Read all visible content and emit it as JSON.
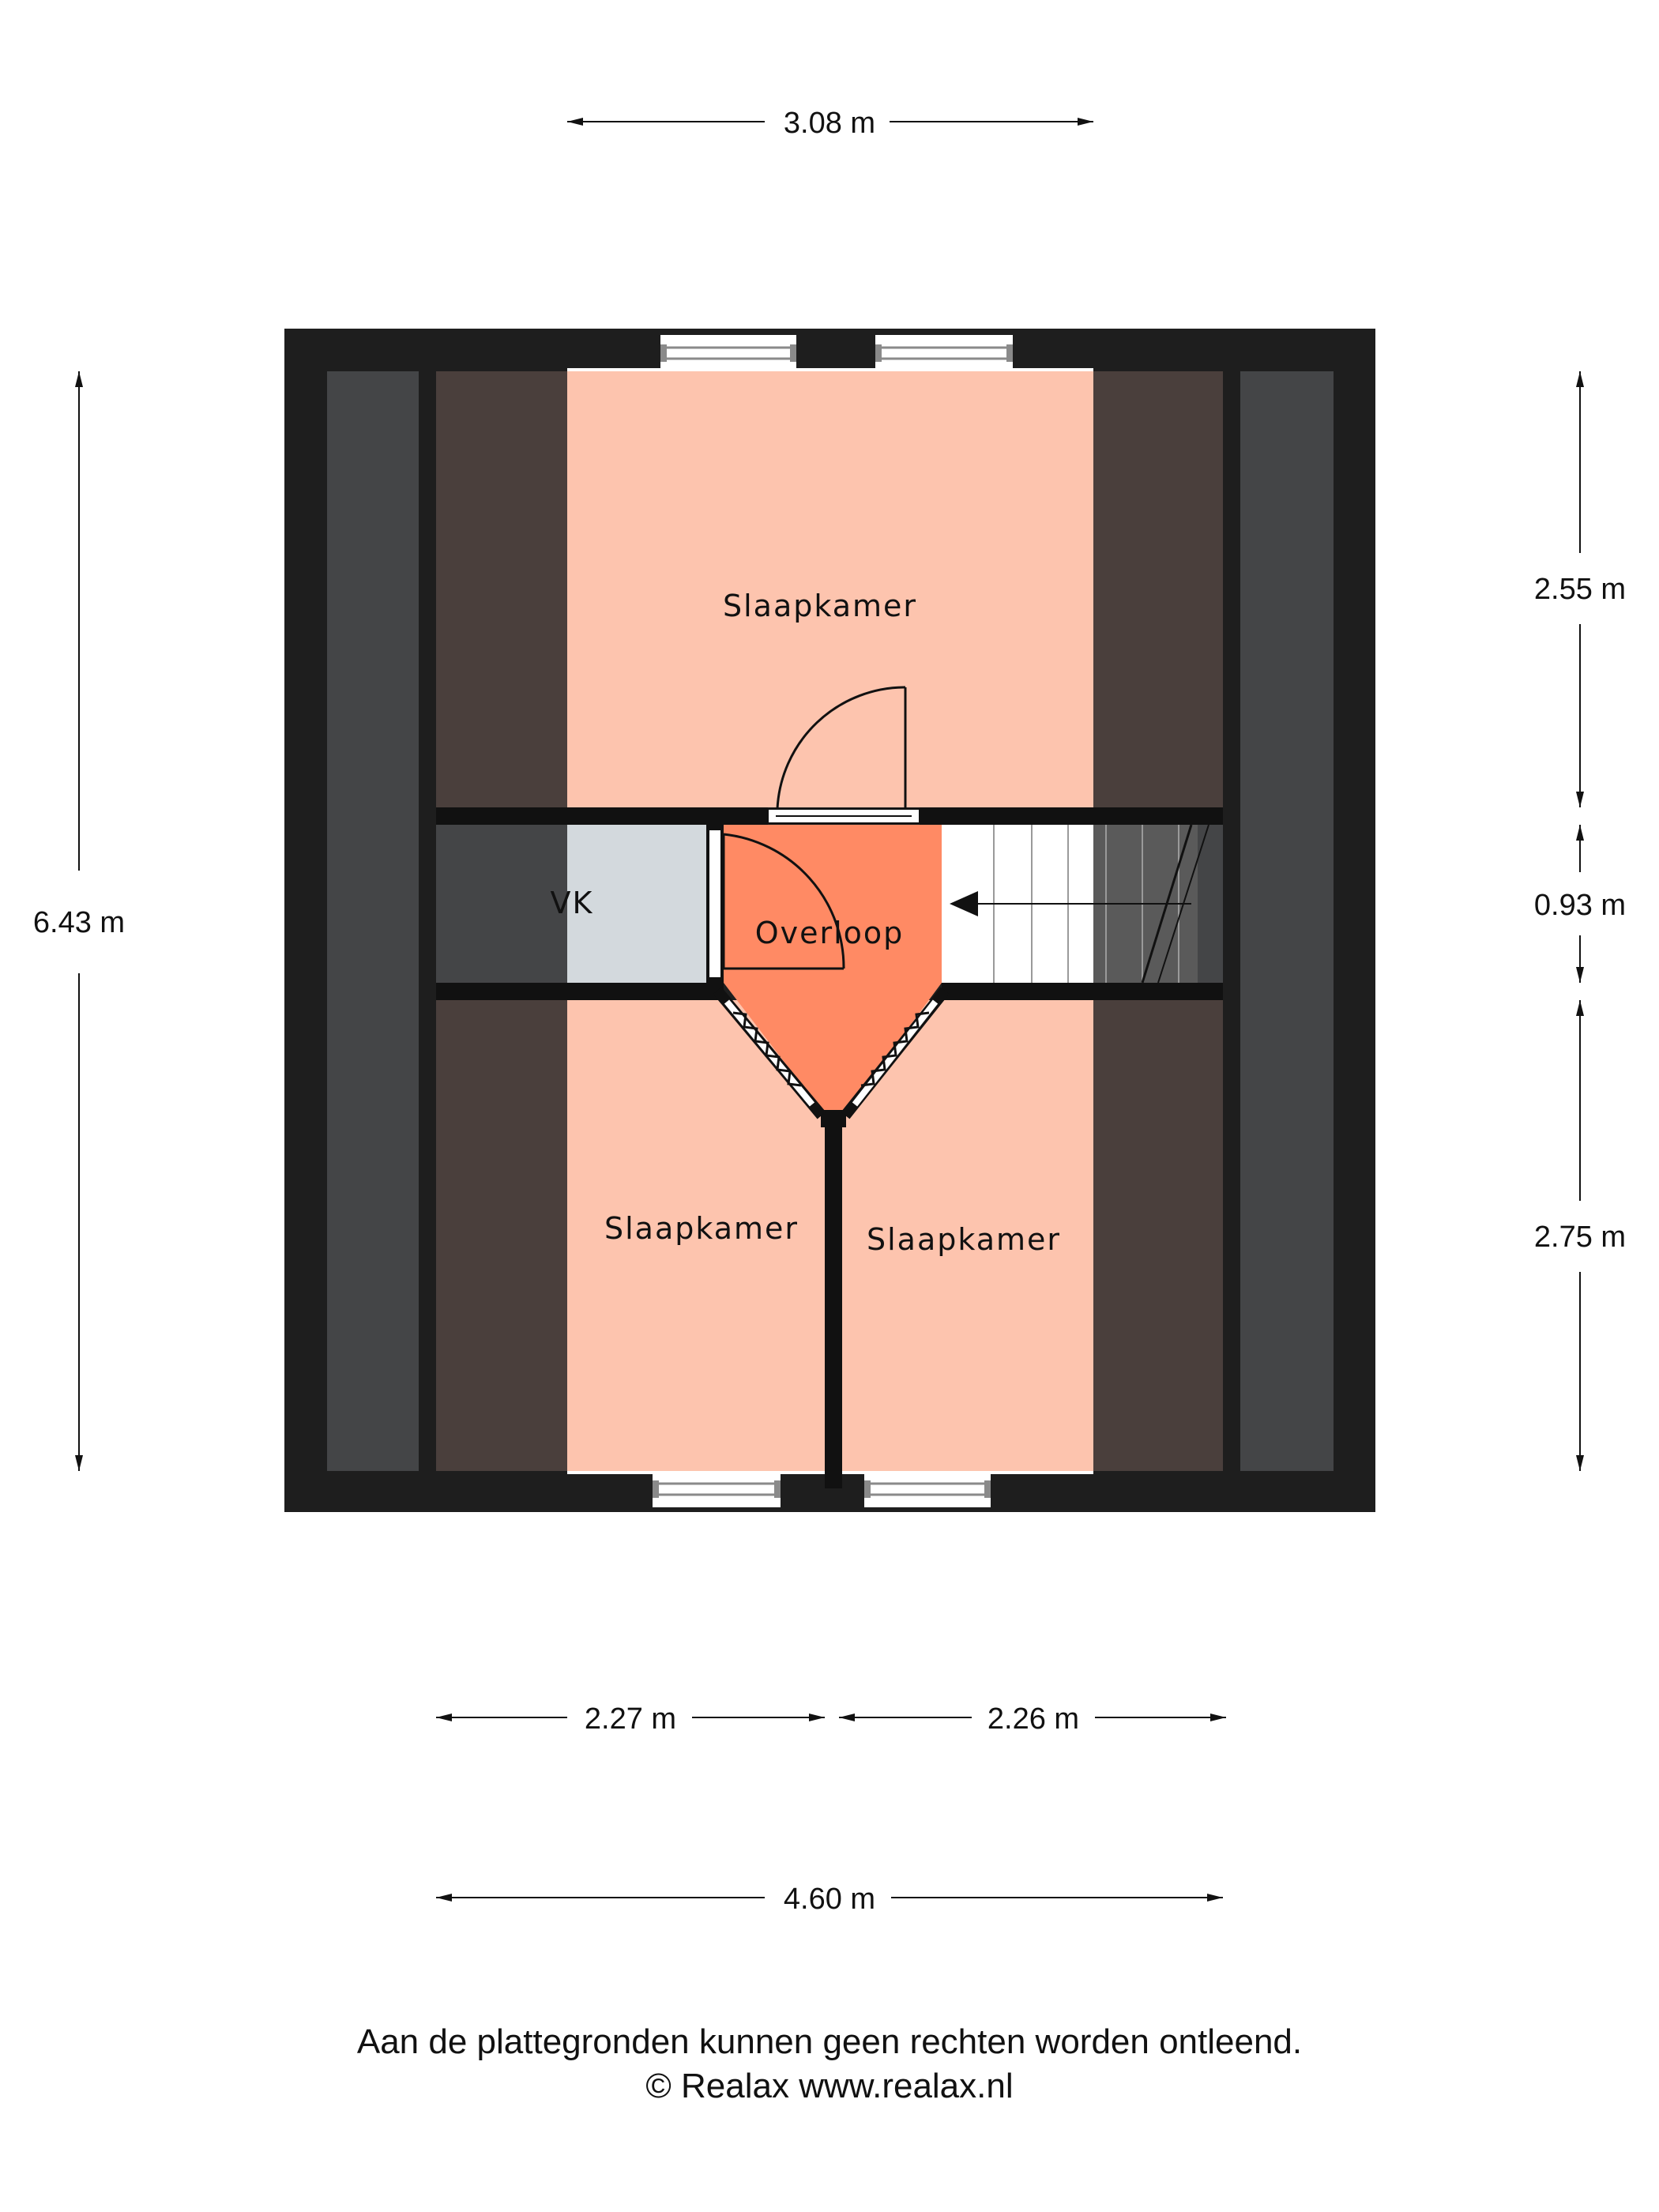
{
  "rooms": {
    "top": "Slaapkamer",
    "vk": "VK",
    "landing": "Overloop",
    "bottom_left": "Slaapkamer",
    "bottom_right": "Slaapkamer"
  },
  "dimensions": {
    "top_width": "3.08 m",
    "total_height": "6.43 m",
    "right_top": "2.55 m",
    "right_middle": "0.93 m",
    "right_bottom": "2.75 m",
    "bottom_left": "2.27 m",
    "bottom_right": "2.26 m",
    "total_width": "4.60 m"
  },
  "footer": {
    "disclaimer": "Aan de plattegronden kunnen geen rechten worden ontleend.",
    "copyright": "© Realax www.realax.nl"
  },
  "colors": {
    "bedroom": "#FDC4AE",
    "landing": "#FF8A64",
    "vk": "#D3D9DD",
    "wall": "#1E1E1E",
    "slope": "#4A3F3C",
    "knee_wall": "#444547"
  }
}
